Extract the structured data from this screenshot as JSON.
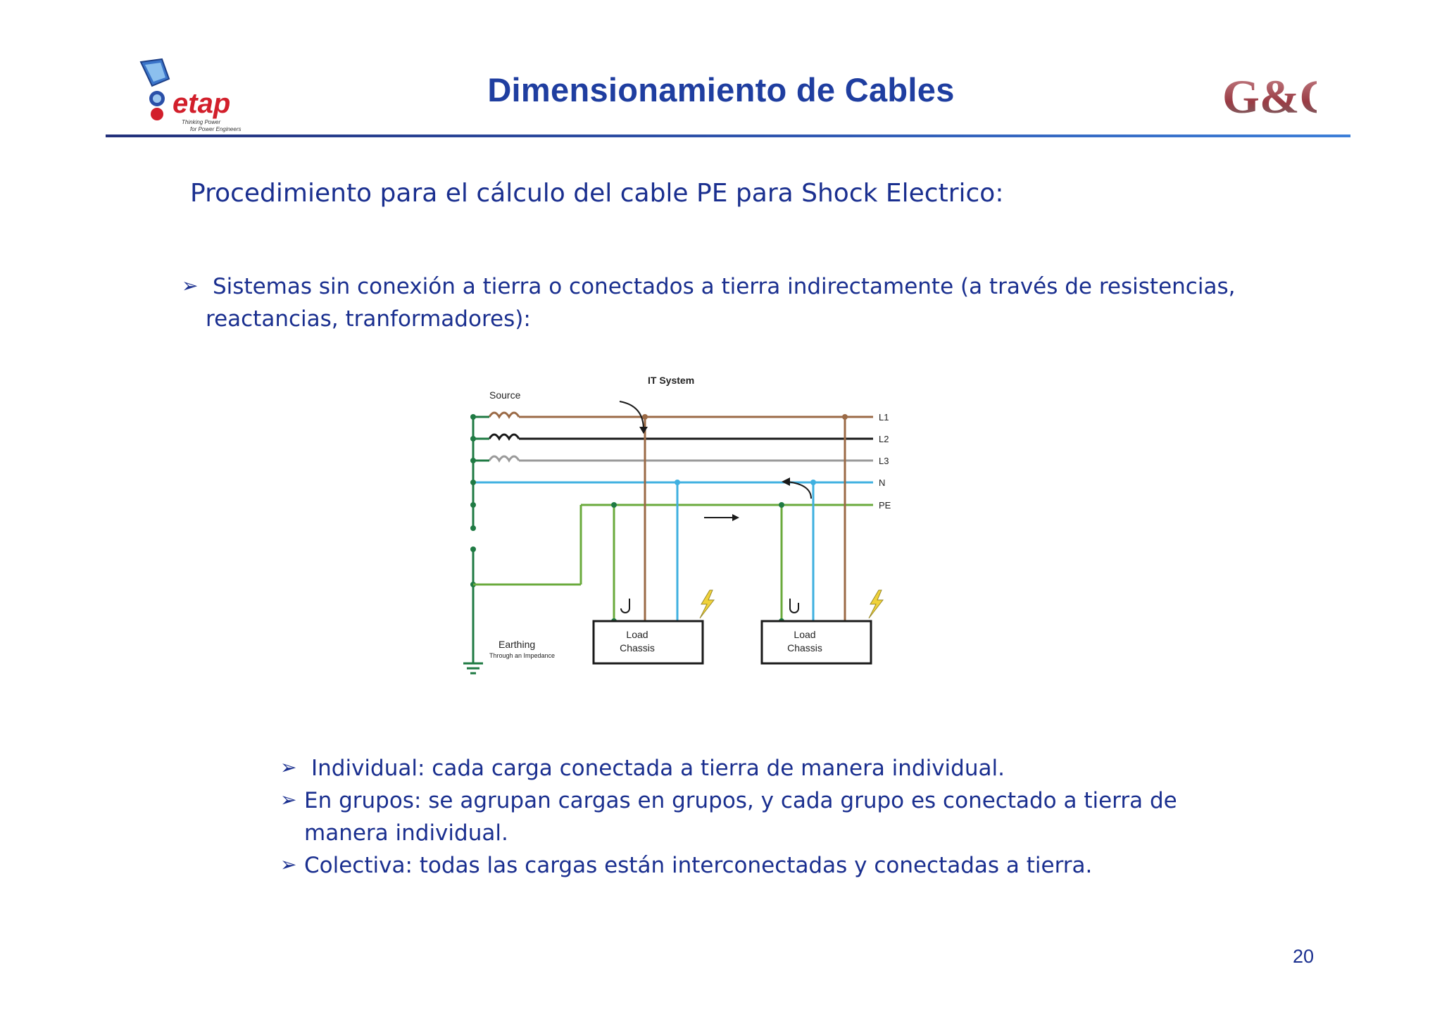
{
  "header": {
    "title": "Dimensionamiento de Cables",
    "logo_left": "etap",
    "logo_left_tagline": [
      "Thinking Power",
      "for Power Engineers"
    ],
    "logo_right": "G&G"
  },
  "subtitle": "Procedimiento para el cálculo del cable PE para Shock Electrico:",
  "bullet_main": {
    "line1": "Sistemas sin conexión a tierra o conectados a tierra indirectamente (a través de resistencias,",
    "line2": "reactancias, tranformadores):"
  },
  "diagram": {
    "title": "IT System",
    "source_label": "Source",
    "conductors": [
      "L1",
      "L2",
      "L3",
      "N",
      "PE"
    ],
    "load_label_1": [
      "Load",
      "Chassis"
    ],
    "load_label_2": [
      "Load",
      "Chassis"
    ],
    "earthing_label": "Earthing",
    "earthing_sublabel": "Through an Impedance",
    "colors": {
      "L1": "#9b6a46",
      "L2": "#1a1a1a",
      "L3": "#9a9a9a",
      "N": "#3fb0e0",
      "PE": "#6aaa3c",
      "earth": "#1f7a43"
    }
  },
  "sub_bullets": [
    {
      "line1": "Individual: cada carga conectada a tierra de manera individual."
    },
    {
      "line1": "En grupos: se agrupan cargas en grupos, y cada grupo es conectado a tierra de",
      "line2": "manera individual."
    },
    {
      "line1": "Colectiva: todas las cargas están interconectadas y conectadas a tierra."
    }
  ],
  "arrow_glyph": "➢",
  "page_number": "20",
  "theme": {
    "text_color": "#1a2f8f",
    "title_color": "#1f3ea0"
  }
}
